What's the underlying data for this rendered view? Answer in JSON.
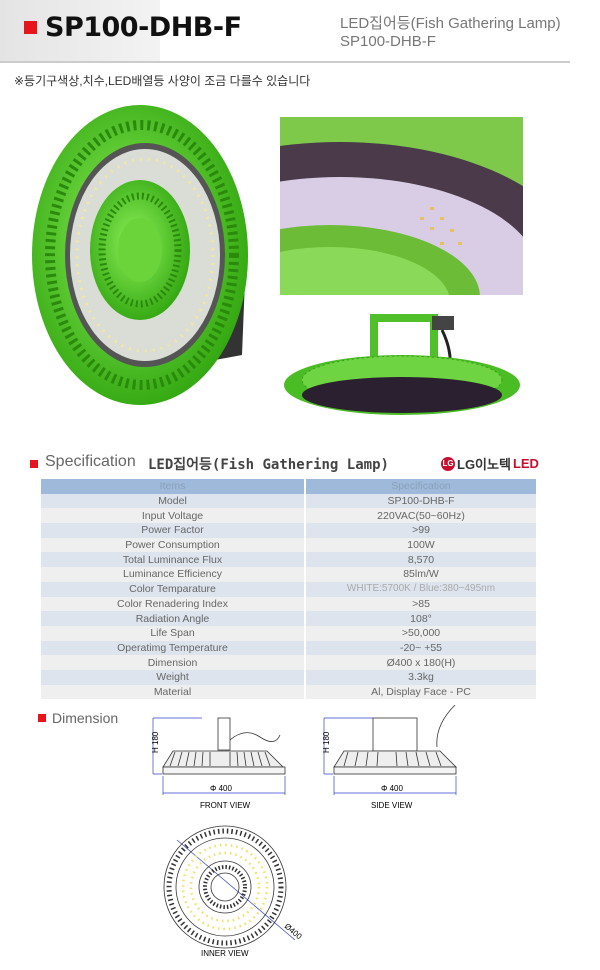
{
  "header": {
    "title": "SP100-DHB-F",
    "subtitle_line1": "LED집어등(Fish Gathering Lamp)",
    "subtitle_line2": "SP100-DHB-F"
  },
  "note": "※등기구색상,치수,LED배열등 사양이 조금 다를수 있습니다",
  "specification": {
    "heading": "Specification",
    "product": "LED집어등(Fish Gathering Lamp)",
    "brand_logo": {
      "symbol": "LG",
      "text": "LG이노텍",
      "suffix": "LED"
    },
    "columns": [
      "Items",
      "Specification"
    ],
    "rows": [
      [
        "Model",
        "SP100-DHB-F"
      ],
      [
        "Input Voltage",
        "220VAC(50~60Hz)"
      ],
      [
        "Power Factor",
        ">99"
      ],
      [
        "Power Consumption",
        "100W"
      ],
      [
        "Total Luminance Flux",
        "8,570"
      ],
      [
        "Luminance Efficiency",
        "85lm/W"
      ],
      [
        "Color Temparature",
        "WHITE:5700K / Blue:380~495nm"
      ],
      [
        "Color Renadering Index",
        ">85"
      ],
      [
        "Radiation Angle",
        "108°"
      ],
      [
        "Life Span",
        ">50,000"
      ],
      [
        "Operatimg Temperature",
        "-20~ +55"
      ],
      [
        "Dimension",
        "Ø400 x 180(H)"
      ],
      [
        "Weight",
        "3.3kg"
      ],
      [
        "Material",
        "Al, Display Face - PC"
      ]
    ]
  },
  "dimension": {
    "heading": "Dimension",
    "height_label": "H 180",
    "diameter_label": "Φ 400",
    "inner_diameter_label": "Ø400",
    "front_caption": "FRONT VIEW",
    "side_caption": "SIDE  VIEW",
    "inner_caption": "INNER  VIEW"
  },
  "colors": {
    "accent": "#e8141b",
    "lamp_green": "#55d52a",
    "table_header": "#9fb9da"
  }
}
